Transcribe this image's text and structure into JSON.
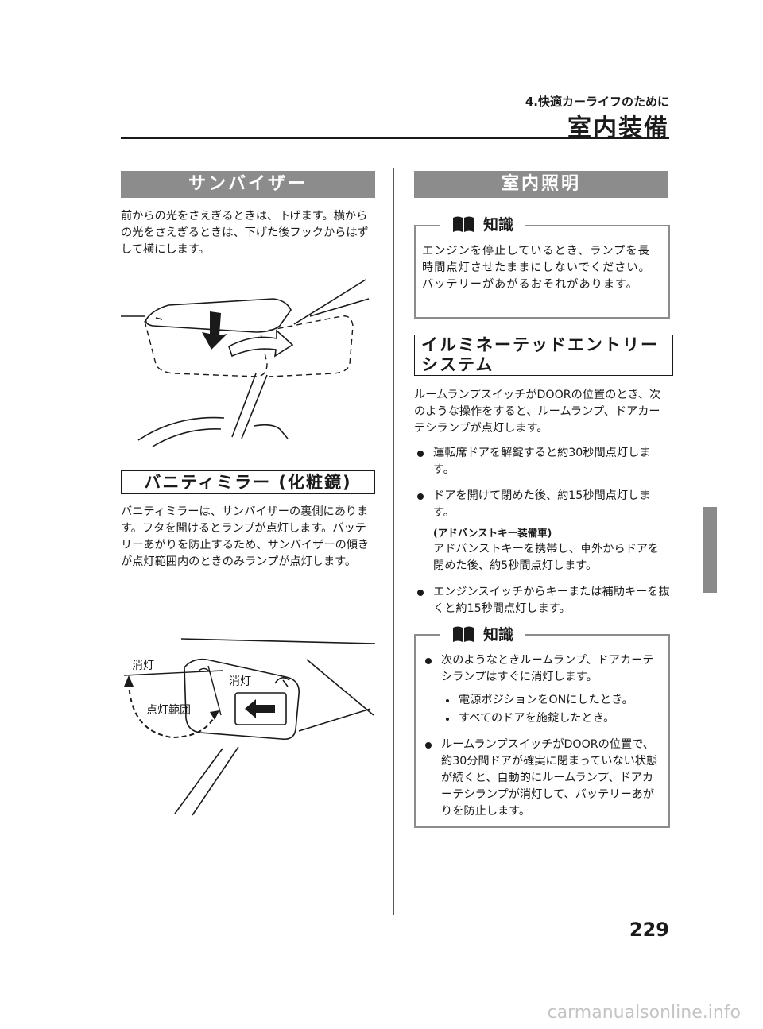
{
  "header": {
    "chapter": "4.快適カーライフのために",
    "section": "室内装備"
  },
  "left": {
    "sun_visor": {
      "heading": "サンバイザー",
      "paragraph": "前からの光をさえぎるときは、下げます。横からの光をさえぎるときは、下げた後フックからはずして横にします。"
    },
    "vanity_mirror": {
      "heading": "バニティミラー (化粧鏡)",
      "paragraph": "バニティミラーは、サンバイザーの裏側にあります。フタを開けるとランプが点灯します。バッテリーあがりを防止するため、サンバイザーの傾きが点灯範囲内のときのみランプが点灯します。"
    },
    "mirror_figure": {
      "label_off_left": "消灯",
      "label_off_right": "消灯",
      "label_on_range": "点灯範囲"
    }
  },
  "right": {
    "interior_lighting": {
      "heading": "室内照明"
    },
    "note1": {
      "label": "知識",
      "text": "エンジンを停止しているとき、ランプを長時間点灯させたままにしないでください。バッテリーがあがるおそれがあります。"
    },
    "illuminated_entry": {
      "heading_line1": "イルミネーテッドエントリー",
      "heading_line2": "システム",
      "intro": "ルームランプスイッチがDOORの位置のとき、次のような操作をすると、ルームランプ、ドアカーテシランプが点灯します。",
      "bullets": [
        "運転席ドアを解錠すると約30秒間点灯します。",
        "ドアを開けて閉めた後、約15秒間点灯します。",
        "エンジンスイッチからキーまたは補助キーを抜くと約15秒間点灯します。"
      ],
      "advanced_key_heading": "(アドバンストキー装備車)",
      "advanced_key_text": "アドバンストキーを携帯し、車外からドアを閉めた後、約5秒間点灯します。"
    },
    "note2": {
      "label": "知識",
      "bullet1": "次のようなときルームランプ、ドアカーテシランプはすぐに消灯します。",
      "sub_items": [
        "電源ポジションをONにしたとき。",
        "すべてのドアを施錠したとき。"
      ],
      "bullet2": "ルームランプスイッチがDOORの位置で、約30分間ドアが確実に閉まっていない状態が続くと、自動的にルームランプ、ドアカーテシランプが消灯して、バッテリーあがりを防止します。"
    }
  },
  "footer": {
    "page_number": "229",
    "watermark": "carmanualsonline.info"
  },
  "colors": {
    "heading_bar": "#8c8c8c",
    "note_border": "#8c8c8c",
    "side_tab": "#8a8a8a",
    "text": "#1a1a1a"
  }
}
